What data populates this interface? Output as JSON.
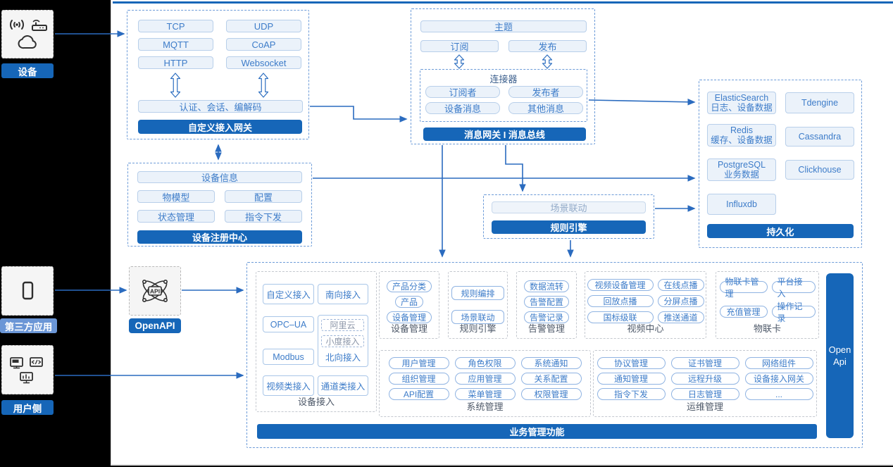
{
  "left_rail": {
    "device_label": "设备",
    "third_party_label": "第三方应用",
    "user_label": "用户侧"
  },
  "icons": {
    "device": [
      "wireless-signal-icon",
      "router-icon",
      "cloud-icon"
    ],
    "third_party": [
      "smartphone-icon"
    ],
    "user_side": [
      "app-window-icon",
      "code-window-icon",
      "chart-monitor-icon"
    ],
    "openapi": [
      "api-network-icon"
    ]
  },
  "custom_gateway": {
    "protocols": [
      "TCP",
      "UDP",
      "MQTT",
      "CoAP",
      "HTTP",
      "Websocket"
    ],
    "session_bar": "认证、会话、编解码",
    "title": "自定义接入网关"
  },
  "message_bus": {
    "topic": "主题",
    "subscribe": "订阅",
    "publish": "发布",
    "connector_title": "连接器",
    "connector_items": [
      "订阅者",
      "发布者",
      "设备消息",
      "其他消息"
    ],
    "title": "消息网关 I 消息总线"
  },
  "persistence": {
    "stores": [
      {
        "name": "ElasticSearch",
        "sub": "日志、设备数据"
      },
      {
        "name": "Tdengine",
        "sub": ""
      },
      {
        "name": "Redis",
        "sub": "缓存、设备数据"
      },
      {
        "name": "Cassandra",
        "sub": ""
      },
      {
        "name": "PostgreSQL",
        "sub": "业务数据"
      },
      {
        "name": "Clickhouse",
        "sub": ""
      },
      {
        "name": "Influxdb",
        "sub": ""
      }
    ],
    "title": "持久化"
  },
  "registry": {
    "device_info": "设备信息",
    "items": [
      "物模型",
      "配置",
      "状态管理",
      "指令下发"
    ],
    "title": "设备注册中心"
  },
  "rule_engine_box": {
    "scene": "场景联动",
    "title": "规则引擎"
  },
  "openapi_label": "OpenAPI",
  "business": {
    "device_access": {
      "label": "设备接入",
      "custom": "自定义接入",
      "south": "南向接入",
      "opcua": "OPC–UA",
      "modbus": "Modbus",
      "video": "视频类接入",
      "channel": "通道类接入",
      "north_label": "北向接入",
      "north_sub": [
        "阿里云",
        "小度接入"
      ]
    },
    "device_mgmt": {
      "label": "设备管理",
      "items": [
        "产品分类",
        "产品",
        "设备管理"
      ]
    },
    "rule_engine": {
      "label": "规则引擎",
      "items": [
        "规则编排",
        "场景联动"
      ]
    },
    "alarm_mgmt": {
      "label": "告警管理",
      "items": [
        "数据流转",
        "告警配置",
        "告警记录"
      ]
    },
    "video_center": {
      "label": "视频中心",
      "items": [
        "视频设备管理",
        "在线点播",
        "回放点播",
        "分屏点播",
        "国标级联",
        "推送通道"
      ]
    },
    "iot_card": {
      "label": "物联卡",
      "items": [
        "物联卡管理",
        "平台接入",
        "充值管理",
        "操作记录"
      ]
    },
    "system_mgmt": {
      "label": "系统管理",
      "items": [
        "用户管理",
        "角色权限",
        "系统通知",
        "组织管理",
        "应用管理",
        "关系配置",
        "API配置",
        "菜单管理",
        "权限管理"
      ]
    },
    "ops_mgmt": {
      "label": "运维管理",
      "items": [
        "协议管理",
        "证书管理",
        "网络组件",
        "通知管理",
        "远程升级",
        "设备接入网关",
        "指令下发",
        "日志管理",
        "..."
      ]
    },
    "footer": "业务管理功能",
    "open_api": "Open Api"
  },
  "colors": {
    "primary_blue": "#1666B8",
    "light_label_blue": "#6B96D6",
    "button_bg": "#EBF2FA",
    "button_border": "#B8CFEA",
    "button_text": "#3D7CC9",
    "arrow_blue": "#2A6BBF",
    "dashed_blue": "#6C9BD8",
    "dashed_gray": "#C4C8CF"
  }
}
